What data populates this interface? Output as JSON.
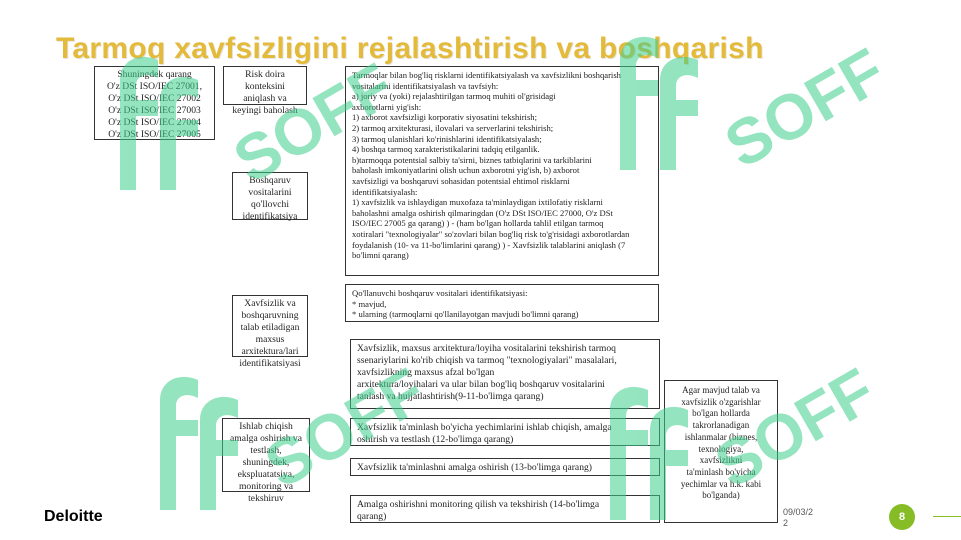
{
  "title": "Tarmoq xavfsizligini rejalashtirish va boshqarish",
  "standards_box": {
    "lines": [
      "Shuningdek qarang",
      "O'z DSt ISO/IEC 27001,",
      "O'z DSt ISO/IEC 27002",
      "O'z DSt ISO/IEC 27003",
      "O'z DSt ISO/IEC 27004",
      "O'z DSt ISO/IEC 27005"
    ]
  },
  "risk_box": {
    "text": "Risk doira konteksini aniqlash va keyingi baholash"
  },
  "assets_box": {
    "text": "Boshqaruv vositalarini qo'llovchi identifikatsiya"
  },
  "requirements_box": {
    "text": "Xavfsizlik va boshqaruvning talab etiladigan maxsus arxitektura/lari identifikatsiyasi"
  },
  "design_box": {
    "text": "Ishlab chiqish amalga oshirish va testlash, shuningdek, ekspluatatsiya, monitoring va tekshiruv"
  },
  "main_text_box": {
    "lines": [
      "Tarmoqlar bilan bog'liq risklarni identifikatsiyalash va xavfsizlikni boshqarish",
      "vositalarini identifikatsiyalash va tavfsiyh:",
      "a) joriy va (yoki) rejalashtirilgan tarmoq muhiti ol'grisidagi",
      "axborotlarni yig'ish:",
      "1) axborot xavfsizligi korporativ siyosatini tekshirish;",
      "2) tarmoq arxitekturasi, ilovalari va serverlarini tekshirish;",
      "3) tarmoq ulanishlari ko'rinishlarini identifikatsiyalash;",
      "4) boshqa tarmoq xarakteristikalarini tadqiq etilganlik.",
      "    b)tarmoqqa potentsial salbiy ta'sirni, biznes tatbiqlarini va tarkiblarini",
      "baholash imkoniyatlarini olish uchun axborotni yig'ish, b) axborot",
      "xavfsizligi va boshqaruvi sohasidan potentsial ehtimol risklarni",
      "identifikatsiyalash:",
      "1) xavfsizlik va ishlaydigan muxofaza ta'minlaydigan ixtilofatiy risklarni",
      "baholashni amalga oshirish qilmaringdan (O'z DSt ISO/IEC 27000, O'z DSt",
      "ISO/IEC 27005 ga qarang) ) - (ham bo'lgan hollarda tahlil etilgan tarmoq",
      "xotiralari \"texnologiyalar\" so'zovlari bilan bog'liq risk to'g'risidagi axborotlardan",
      "foydalanish (10- va 11-bo'limlarini qarang) ) - Xavfsizlik talablarini aniqlash (7",
      "bo'limni qarang)"
    ]
  },
  "identified_box": {
    "lines": [
      "Qo'llanuvchi boshqaruv vositalari identifikatsiyasi:",
      "* mavjud,",
      "* ularning (tarmoqlarni qo'llanilayotgan mavjudi bo'limni qarang)"
    ]
  },
  "architecture_box": {
    "lines": [
      "Xavfsizlik, maxsus arxitektura/loyiha vositalarini tekshirish tarmoq",
      "ssenariylarini ko'rib chiqish va tarmoq \"texnologiyalari\" masalalari,",
      "xavfsizlikning maxsus afzal bo'lgan",
      "arxitektura/loyihalari va ular bilan bog'liq boshqaruv vositalarini",
      "tanlash va hujjatlashtirish(9-11-bo'limga qarang)"
    ]
  },
  "implementation_box": {
    "lines": [
      "Xavfsizlik ta'minlash bo'yicha yechimlarini ishlab chiqish, amalga",
      "oshirish va testlash (12-bo'limga qarang)"
    ]
  },
  "operation_box": {
    "text": "Xavfsizlik ta'minlashni amalga oshirish (13-bo'limga qarang)"
  },
  "monitoring_box": {
    "lines": [
      "Amalga oshirishni monitoring qilish va tekshirish (14-bo'limga",
      "qarang)"
    ]
  },
  "side_note_box": {
    "lines": [
      "Agar mavjud talab va",
      "xavfsizlik o'zgarishlar",
      "bo'lgan hollarda",
      "takrorlanadigan",
      "ishlanmalar (biznes,",
      "texnologiya,",
      "xavfsizlikni",
      "ta'minlash bo'yicha",
      "yechimlar va h.k. kabi",
      "bo'lganda)"
    ]
  },
  "watermark": {
    "text": "SOFF",
    "color": "#3ecf8e"
  },
  "footer": {
    "logo": "Deloitte",
    "date_lines": [
      "09/03/2",
      "2"
    ],
    "page_number": "8",
    "accent_color": "#86bc25"
  }
}
